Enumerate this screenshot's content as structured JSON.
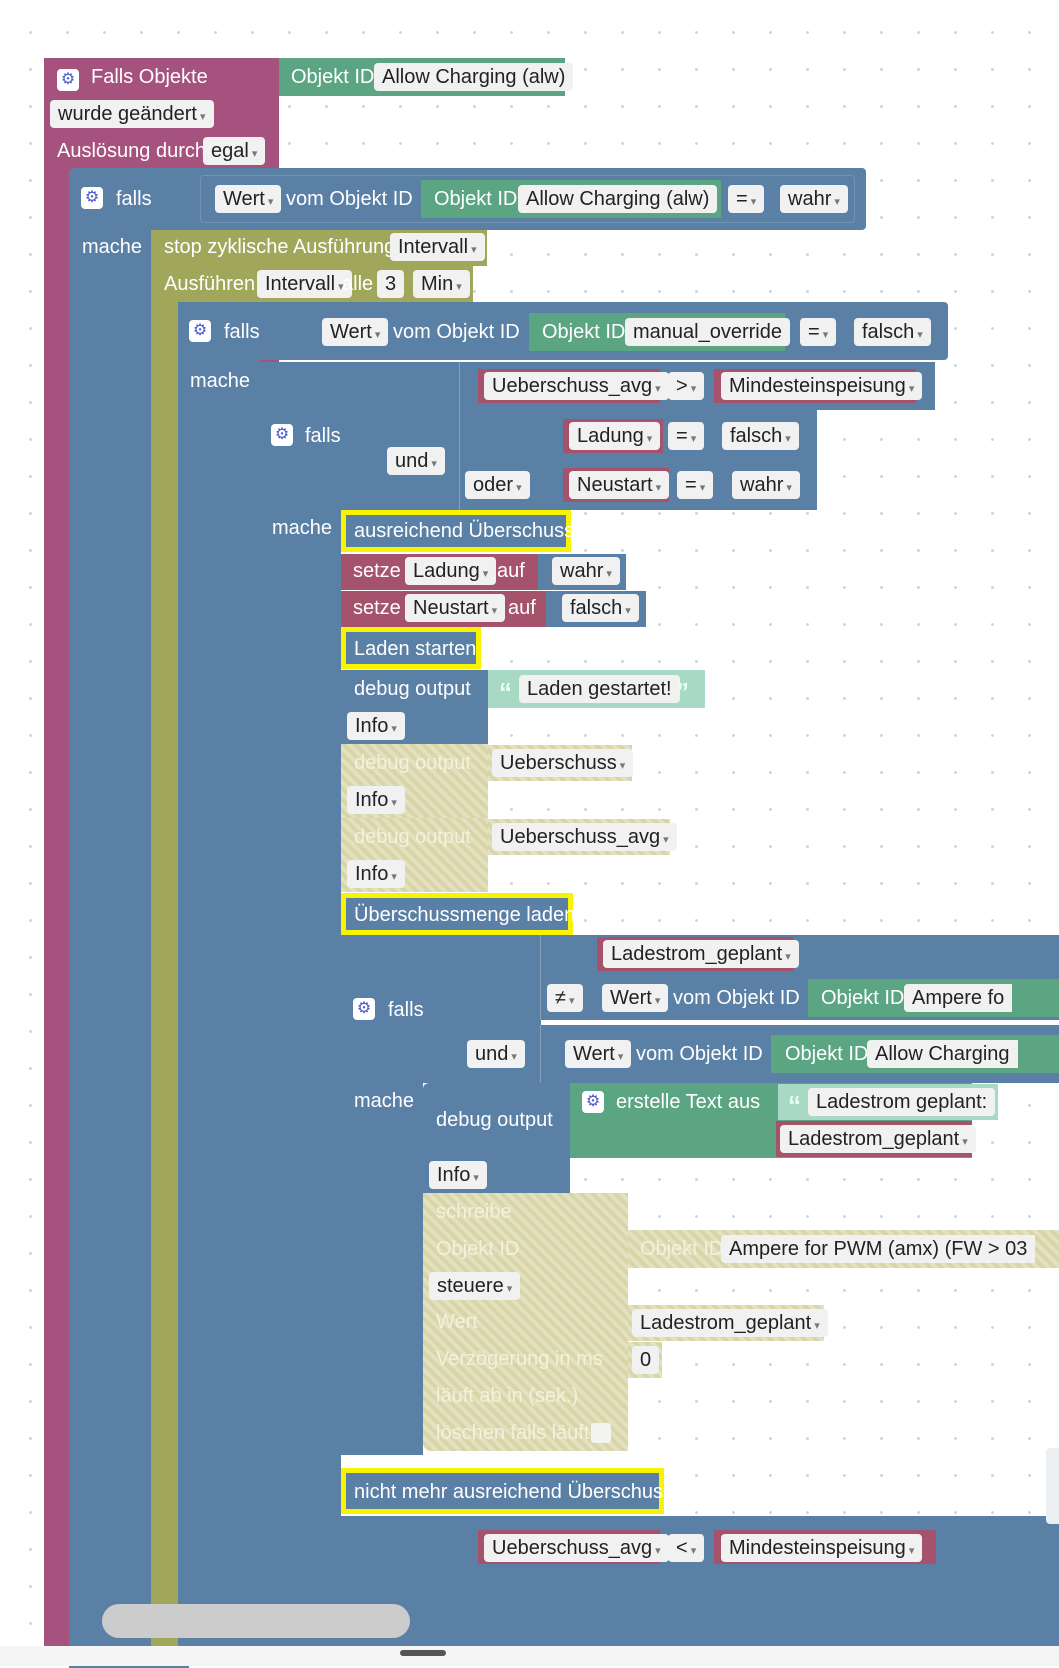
{
  "trigger": {
    "title": "Falls Objekte",
    "object_label": "Objekt ID",
    "object_value": "Allow Charging (alw)",
    "changed": "wurde geändert",
    "triggered_by_label": "Auslösung durch",
    "triggered_by_value": "egal"
  },
  "if1": {
    "falls": "falls",
    "mache": "mache",
    "value": "Wert",
    "from_object": "vom Objekt ID",
    "object_label": "Objekt ID",
    "object_value": "Allow Charging (alw)",
    "op": "=",
    "compare": "wahr"
  },
  "stop_interval": {
    "label": "stop zyklische Ausführung",
    "value": "Intervall"
  },
  "run_interval": {
    "label": "Ausführen",
    "name": "Intervall",
    "every": "alle",
    "count": "3",
    "unit": "Min"
  },
  "if2": {
    "falls": "falls",
    "mache": "mache",
    "value": "Wert",
    "from_object": "vom Objekt ID",
    "object_label": "Objekt ID",
    "object_value": "manual_override",
    "op": "=",
    "compare": "falsch"
  },
  "if3": {
    "falls": "falls",
    "mache": "mache",
    "and": "und",
    "or": "oder",
    "cond1": {
      "left": "Ueberschuss_avg",
      "op": ">",
      "right": "Mindesteinspeisung"
    },
    "cond2": {
      "left": "Ladung",
      "op": "=",
      "right": "falsch"
    },
    "cond3": {
      "left": "Neustart",
      "op": "=",
      "right": "wahr"
    }
  },
  "comments": {
    "c1": "ausreichend Überschuss",
    "c2": "Laden starten",
    "c3": "Überschussmenge laden",
    "c4": "nicht mehr ausreichend Überschuss"
  },
  "set1": {
    "set": "setze",
    "var": "Ladung",
    "on": "auf",
    "value": "wahr"
  },
  "set2": {
    "set": "setze",
    "var": "Neustart",
    "on": "auf",
    "value": "falsch"
  },
  "debug1": {
    "label": "debug output",
    "text": "Laden gestartet!",
    "level": "Info"
  },
  "debug2": {
    "label": "debug output",
    "var": "Ueberschuss",
    "level": "Info"
  },
  "debug3": {
    "label": "debug output",
    "var": "Ueberschuss_avg",
    "level": "Info"
  },
  "if4": {
    "falls": "falls",
    "mache": "mache",
    "and": "und",
    "left": "Ladestrom_geplant",
    "op": "≠",
    "value": "Wert",
    "from_object": "vom Objekt ID",
    "object_label": "Objekt ID",
    "object_value": "Ampere fo",
    "value2": "Wert",
    "from_object2": "vom Objekt ID",
    "object_label2": "Objekt ID",
    "object_value2": "Allow Charging"
  },
  "debug4": {
    "label": "debug output",
    "create_text": "erstelle Text aus",
    "text": "Ladestrom geplant:",
    "var": "Ladestrom_geplant",
    "level": "Info"
  },
  "write": {
    "label": "schreibe",
    "object_label": "Objekt ID",
    "object_inner_label": "Objekt ID",
    "object_value": "Ampere for PWM (amx) (FW > 03",
    "mode": "steuere",
    "value_label": "Wert",
    "value_var": "Ladestrom_geplant",
    "delay_label": "Verzögerung in ms",
    "delay_value": "0",
    "expire_label": "läuft ab in (sek.)",
    "clear_label": "löschen falls läuft"
  },
  "bottom": {
    "left": "Ueberschuss_avg",
    "op": "<",
    "right": "Mindesteinspeisung"
  }
}
